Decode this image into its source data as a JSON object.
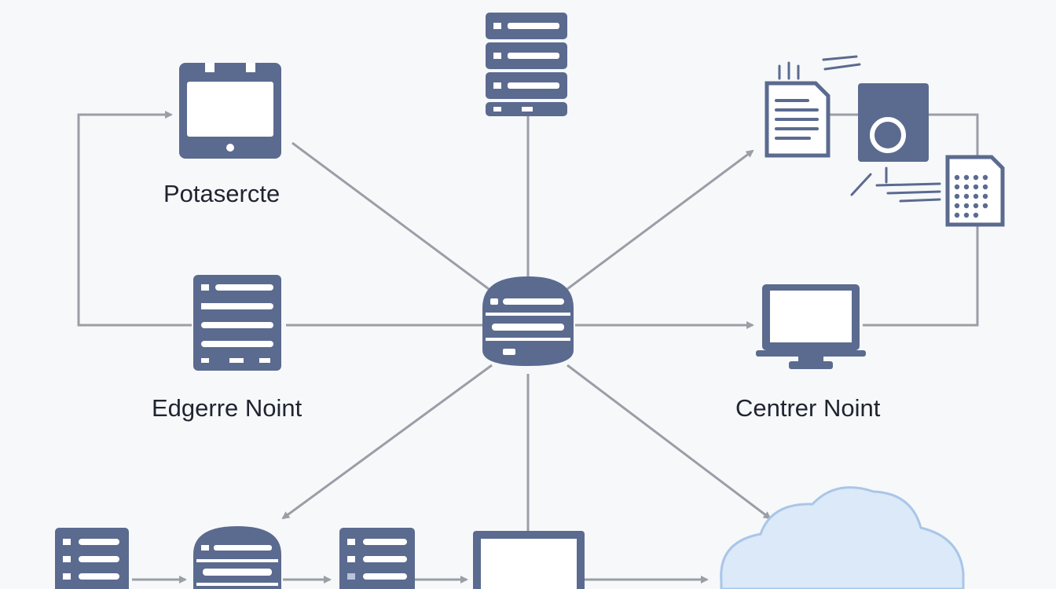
{
  "diagram": {
    "labels": {
      "portable": "Potaserc​te",
      "edge": "Edgerre Noint",
      "center": "Centrer Noint"
    },
    "nodes": [
      {
        "id": "central-hub",
        "icon": "database-icon"
      },
      {
        "id": "top-server",
        "icon": "server-rack-icon"
      },
      {
        "id": "tablet",
        "icon": "tablet-icon"
      },
      {
        "id": "edge-server",
        "icon": "server-rack-icon"
      },
      {
        "id": "document-cluster",
        "icon": "document-icon"
      },
      {
        "id": "monitor",
        "icon": "monitor-icon"
      },
      {
        "id": "bottom-server-1",
        "icon": "server-rack-icon"
      },
      {
        "id": "bottom-database",
        "icon": "database-icon"
      },
      {
        "id": "bottom-server-2",
        "icon": "server-rack-icon"
      },
      {
        "id": "bottom-display",
        "icon": "monitor-icon"
      },
      {
        "id": "cloud",
        "icon": "cloud-icon"
      }
    ],
    "colors": {
      "icon": "#5b6a8f",
      "line": "#9a9ea6",
      "cloud_fill": "#dbe9f8",
      "cloud_stroke": "#a9c6e8",
      "background": "#f7f8fa"
    }
  }
}
